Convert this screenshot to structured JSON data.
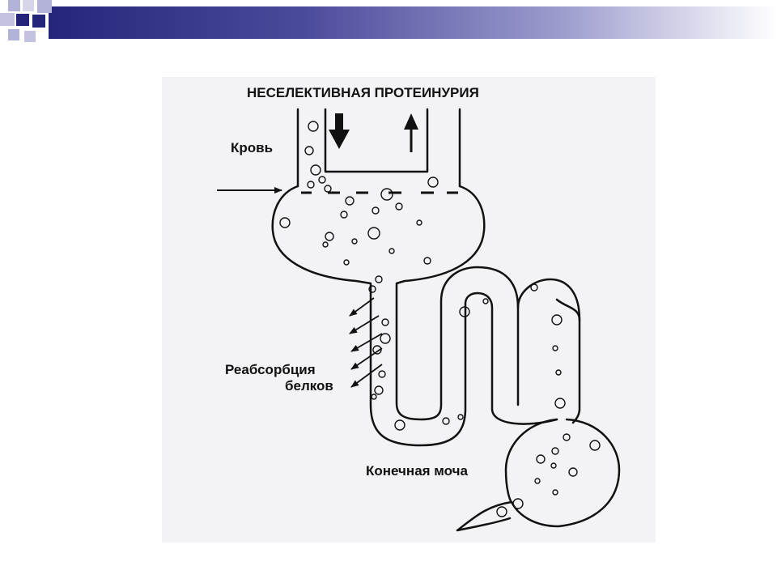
{
  "diagram": {
    "title": "НЕСЕЛЕКТИВНАЯ ПРОТЕИНУРИЯ",
    "labels": {
      "blood": "Кровь",
      "reabsorption_line1": "Реабсорбция",
      "reabsorption_line2": "белков",
      "final_urine": "Конечная моча"
    }
  },
  "colors": {
    "header_dark": "#25257a",
    "header_mid": "#9b9bcd",
    "deco_dark": "#23237a",
    "deco_light": "#b3b3da",
    "line": "#111111",
    "panel": "#f3f3f5"
  }
}
